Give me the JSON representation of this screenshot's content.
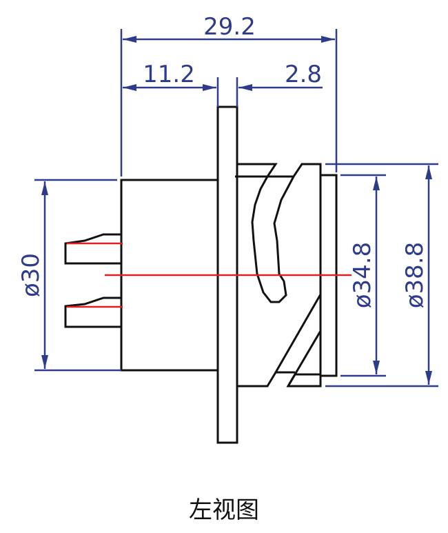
{
  "drawing": {
    "title": "左视图",
    "colors": {
      "outline": "#111111",
      "dimension": "#2e3a8c",
      "centerline": "#e02020"
    },
    "dimensions": {
      "overall_length": "29.2",
      "rear_body_length": "11.2",
      "flange_thickness": "2.8",
      "rear_body_diameter": "ø30",
      "front_diameter_inner": "ø34.8",
      "front_diameter_outer": "ø38.8"
    }
  }
}
